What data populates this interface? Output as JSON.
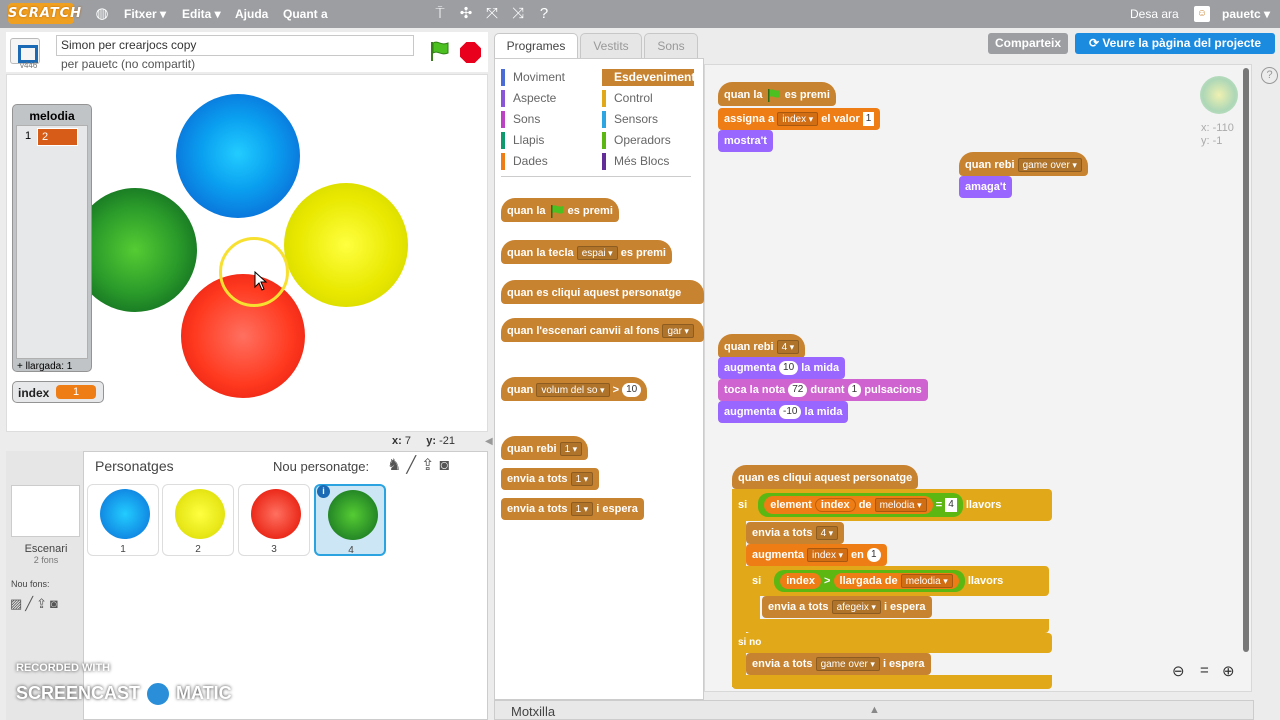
{
  "menubar": {
    "logo": "SCRATCH",
    "file": "Fitxer ▾",
    "edit": "Edita ▾",
    "help": "Ajuda",
    "about": "Quant a",
    "save_now": "Desa ara",
    "user": "pauetc ▾"
  },
  "icons": {
    "globe": "globe-icon",
    "duplicate": "duplicate-icon",
    "cut": "cut-icon",
    "grow": "grow-icon",
    "shrink": "shrink-icon",
    "help": "help-icon"
  },
  "stage": {
    "title": "Simon per crearjocs copy",
    "author": "per pauetc (no compartit)",
    "version": "v446",
    "x_label": "x:",
    "x": "7",
    "y_label": "y:",
    "y": "-21"
  },
  "list_monitor": {
    "name": "melodia",
    "index": "1",
    "value": "2",
    "length": "+ llargada: 1"
  },
  "var_monitor": {
    "name": "index",
    "value": "1"
  },
  "sprites": {
    "header": "Personatges",
    "new_sprite": "Nou personatge:",
    "scene_label": "Escenari",
    "scene_sub": "2 fons",
    "new_bg": "Nou fons:",
    "items": [
      {
        "label": "1",
        "color": "#1e90ff"
      },
      {
        "label": "2",
        "color": "#e8e800"
      },
      {
        "label": "3",
        "color": "#ff4020"
      },
      {
        "label": "4",
        "color": "#2a9a2a"
      }
    ]
  },
  "tabs": [
    "Programes",
    "Vestits",
    "Sons"
  ],
  "buttons": {
    "share": "Comparteix",
    "see_project": "Veure la pàgina del projecte"
  },
  "categories": [
    {
      "label": "Moviment",
      "color": "#4a6cd4"
    },
    {
      "label": "Aspecte",
      "color": "#8a55d7"
    },
    {
      "label": "Sons",
      "color": "#bb42c3"
    },
    {
      "label": "Llapis",
      "color": "#0e9a6c"
    },
    {
      "label": "Dades",
      "color": "#ee7d16"
    },
    {
      "label": "Esdeveniments",
      "color": "#c88330"
    },
    {
      "label": "Control",
      "color": "#e1a91a"
    },
    {
      "label": "Sensors",
      "color": "#2ca5e2"
    },
    {
      "label": "Operadors",
      "color": "#5cb712"
    },
    {
      "label": "Més Blocs",
      "color": "#632d99"
    }
  ],
  "palette": {
    "b1a": "quan la",
    "b1b": "es premi",
    "b2a": "quan la tecla",
    "b2k": "espai",
    "b2b": "es premi",
    "b3": "quan es cliqui aquest personatge",
    "b4a": "quan l'escenari canvii al fons",
    "b4k": "gar",
    "b5a": "quan",
    "b5k": "volum del so",
    "b5op": ">",
    "b5v": "10",
    "b6a": "quan rebi",
    "b6k": "1",
    "b7a": "envia a tots",
    "b7k": "1",
    "b8a": "envia a tots",
    "b8k": "1",
    "b8b": "i espera"
  },
  "script": {
    "s1a": "quan la",
    "s1b": "es premi",
    "s2a": "assigna a",
    "s2k": "index",
    "s2b": "el valor",
    "s2v": "1",
    "s3": "mostra't",
    "g1a": "quan rebi",
    "g1k": "game over",
    "g2": "amaga't",
    "r1a": "quan rebi",
    "r1k": "4",
    "r2a": "augmenta",
    "r2v": "10",
    "r2b": "la mida",
    "r3a": "toca la nota",
    "r3v": "72",
    "r3b": "durant",
    "r3w": "1",
    "r3c": "pulsacions",
    "r4a": "augmenta",
    "r4v": "-10",
    "r4b": "la mida",
    "c1": "quan es cliqui aquest personatge",
    "c2a": "si",
    "c2e": "element",
    "c2i": "index",
    "c2d": "de",
    "c2l": "melodia",
    "c2eq": "=",
    "c2v": "4",
    "c2f": "llavors",
    "c3a": "envia a tots",
    "c3k": "4",
    "c4a": "augmenta",
    "c4k": "index",
    "c4b": "en",
    "c4v": "1",
    "c5a": "si",
    "c5i": "index",
    "c5op": ">",
    "c5l": "llargada de",
    "c5k": "melodia",
    "c5f": "llavors",
    "c6a": "envia a tots",
    "c6k": "afegeix",
    "c6b": "i espera",
    "c7": "si no",
    "c8a": "envia a tots",
    "c8k": "game over",
    "c8b": "i espera"
  },
  "sprite_info": {
    "x": "x: -110",
    "y": "y: -1"
  },
  "backpack": "Motxilla",
  "watermark": {
    "line1": "RECORDED WITH",
    "line2a": "SCREENCAST",
    "line2b": "MATIC"
  }
}
